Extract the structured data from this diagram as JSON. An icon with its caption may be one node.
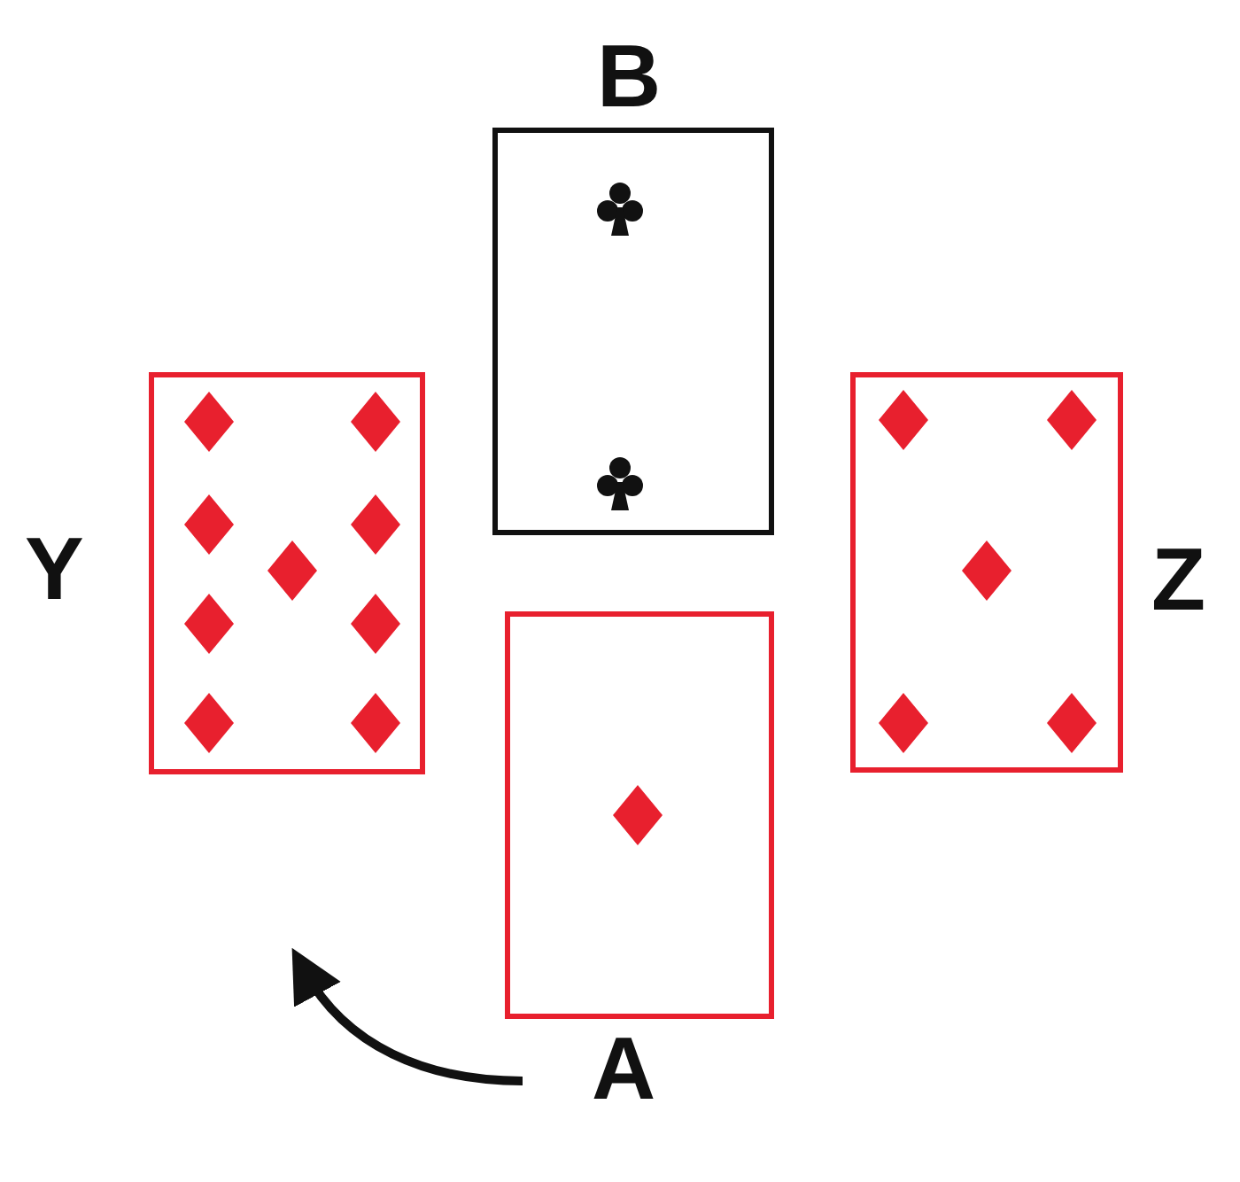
{
  "diagram": {
    "labels": [
      "B",
      "Y",
      "Z",
      "A"
    ]
  }
}
